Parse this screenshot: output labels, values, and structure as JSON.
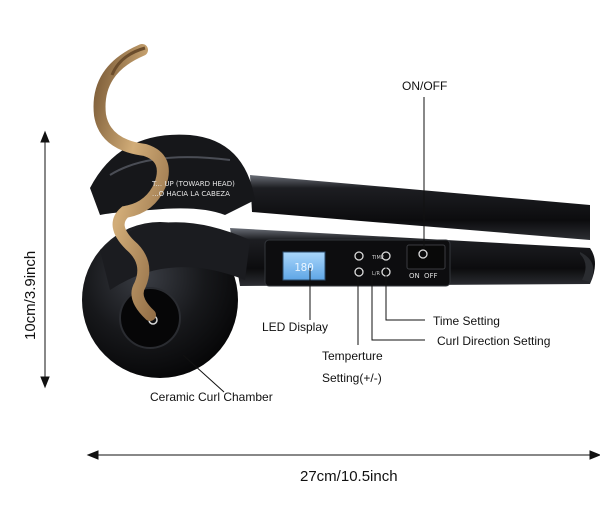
{
  "labels": {
    "on_off": "ON/OFF",
    "led_display": "LED Display",
    "time_setting": "Time Setting",
    "curl_direction_setting": "Curl Direction Setting",
    "temperature_setting_line1": "Temperture",
    "temperature_setting_line2": "Setting(+/-)",
    "ceramic_curl_chamber": "Ceramic Curl Chamber"
  },
  "dimensions": {
    "height": "10cm/3.9inch",
    "width": "27cm/10.5inch"
  },
  "device_text": {
    "head_line1": "T... UP (TOWARD HEAD)",
    "head_line2": "...O HACIA LA CABEZA",
    "switch_on": "ON",
    "switch_off": "OFF",
    "button_time": "TIME",
    "button_curl": "L/R"
  },
  "colors": {
    "device_body": "#141416",
    "device_highlight": "#5a5e66",
    "lcd": "#8fc6f2",
    "hair": "#b08a5a"
  }
}
